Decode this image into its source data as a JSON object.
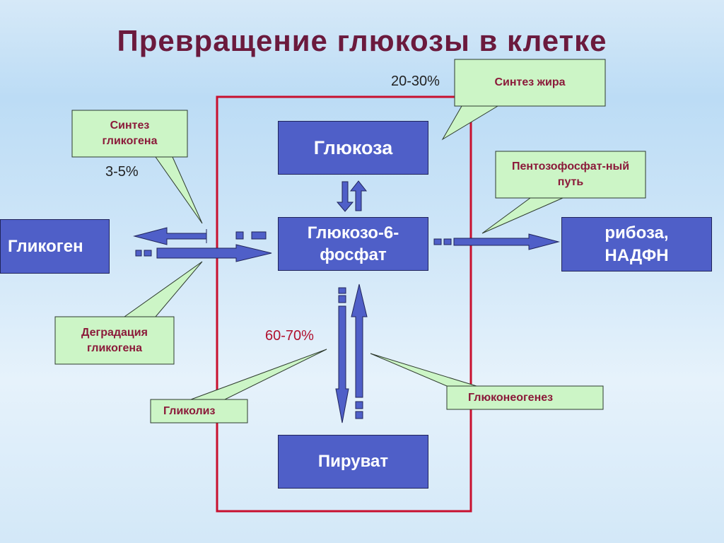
{
  "title": "Превращение глюкозы в клетке",
  "nodes": {
    "glucose": "Глюкоза",
    "g6p": "Глюкозо-6-фосфат",
    "pyruvate": "Пируват",
    "glycogen": "Гликоген",
    "ribose": "рибоза, НАДФН"
  },
  "callouts": {
    "fat_synthesis": "Синтез жира",
    "glycogen_synthesis": "Синтез гликогена",
    "pentose_pathway": "Пентозофосфат-ный путь",
    "glycogen_degradation": "Деградация гликогена",
    "glycolysis": "Гликолиз",
    "gluconeogenesis": "Глюконеогенез"
  },
  "percentages": {
    "fat": "20-30%",
    "glycogen": "3-5%",
    "glycolysis": "60-70%"
  },
  "colors": {
    "title": "#6b1a3d",
    "node_fill": "#4f5fc8",
    "callout_fill": "#ccf5c6",
    "callout_text": "#8b1a3a",
    "frame": "#c8102e",
    "glycolysis_pct": "#b0102e"
  }
}
